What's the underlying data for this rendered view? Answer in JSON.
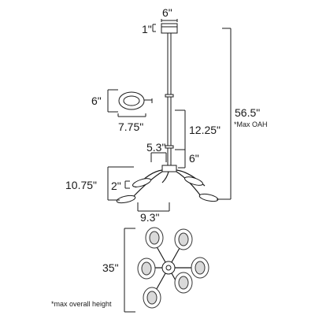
{
  "dimensions": {
    "canopy_width": "6\"",
    "canopy_height": "1\"",
    "shade_height": "6\"",
    "shade_width": "7.75\"",
    "upper_stem": "12.25\"",
    "lower_stem": "6\"",
    "hub_width": "5.3\"",
    "arm_drop": "10.75\"",
    "shade_depth": "2\"",
    "arm_reach": "9.3\"",
    "overall_height": "56.5\"",
    "overall_diameter": "35\""
  },
  "notes": {
    "oah_marker": "*Max OAH",
    "footnote": "*max overall height"
  },
  "colors": {
    "line": "#1a1a1a",
    "fixture": "#333333",
    "shade_fill": "#d9d9d9"
  }
}
